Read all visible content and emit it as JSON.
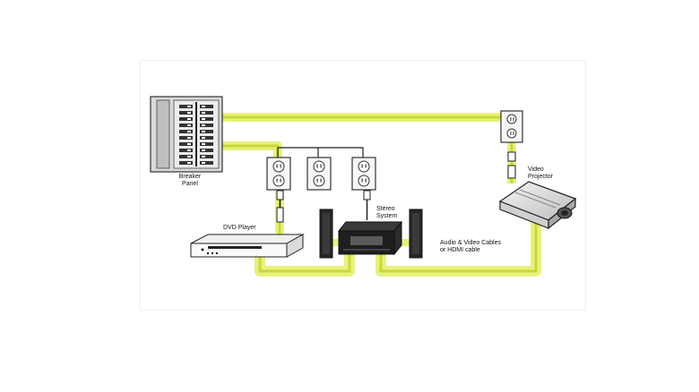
{
  "labels": {
    "breaker_panel": [
      "Breaker",
      "Panel"
    ],
    "dvd_player": "DVD Player",
    "stereo_system": [
      "Stereo",
      "System"
    ],
    "video_projector": [
      "Video",
      "Projector"
    ],
    "cables": [
      "Audio & Video Cables",
      "or HDMI cable"
    ]
  },
  "colors": {
    "wire_glow": "#e6f27a",
    "wire_core": "#c8d83a",
    "device_dark": "#1e1e1e",
    "panel_gray": "#bfbfbf"
  }
}
